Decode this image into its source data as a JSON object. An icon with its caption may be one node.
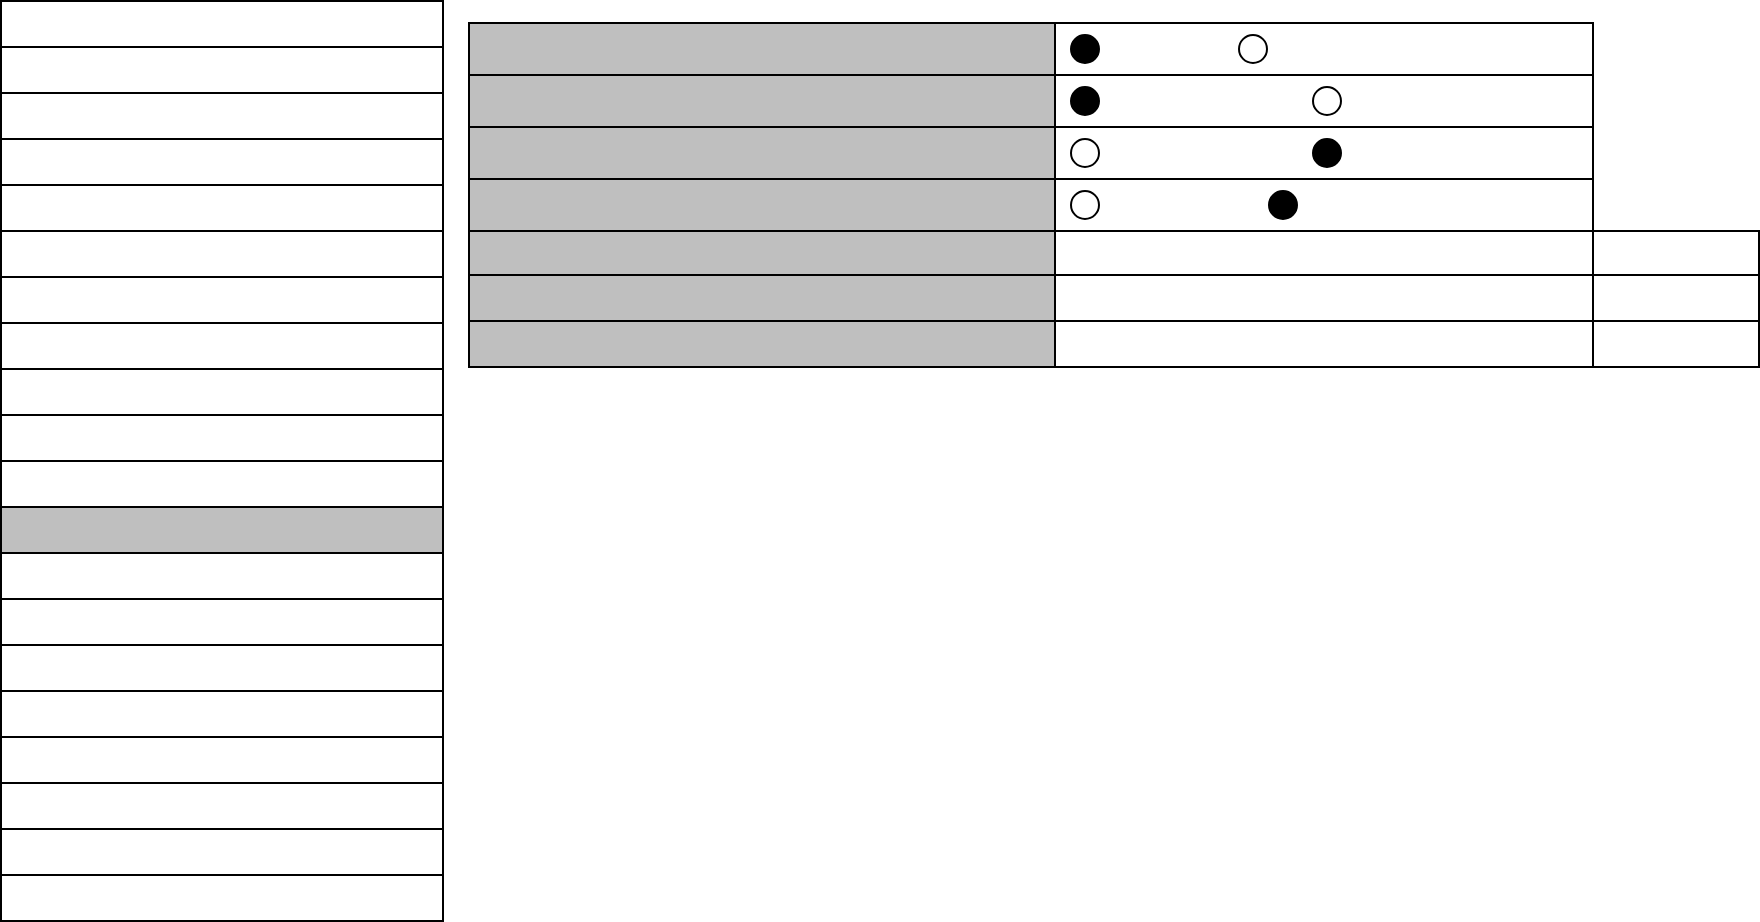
{
  "diagram": {
    "nodes": [
      {
        "text": [],
        "shape": "box"
      },
      {
        "text": [],
        "shape": "box"
      },
      {
        "text": [],
        "shape": "box"
      },
      {
        "text": [],
        "shape": "box"
      },
      {
        "text": [],
        "shape": "box"
      },
      {
        "text": [],
        "shape": "box"
      },
      {
        "text": [],
        "shape": "box"
      },
      {
        "text": [],
        "shape": "box"
      },
      {
        "text": [],
        "shape": "box"
      },
      {
        "text": [],
        "shape": "box"
      },
      {
        "text": [],
        "shape": "box"
      },
      {
        "text": [],
        "shape": "bar"
      },
      {
        "text": [],
        "shape": "box"
      },
      {
        "text": [],
        "shape": "box"
      },
      {
        "text": [],
        "shape": "box"
      },
      {
        "text": [],
        "shape": "box"
      },
      {
        "text": [],
        "shape": "box"
      },
      {
        "text": [],
        "shape": "box"
      },
      {
        "text": [],
        "shape": "box"
      },
      {
        "text": [],
        "shape": "box"
      },
      {
        "text": [],
        "shape": "bar"
      },
      {
        "text": [],
        "shape": "box"
      },
      {
        "text": [],
        "shape": "bar"
      },
      {
        "text": [],
        "shape": "box"
      },
      {
        "text": [],
        "shape": "bar"
      },
      {
        "text": [],
        "shape": "box"
      },
      {
        "text": [],
        "shape": "bar"
      },
      {
        "text": [],
        "shape": "box"
      },
      {
        "text": [],
        "shape": "bar"
      },
      {
        "text": [],
        "shape": "box"
      },
      {
        "text": [],
        "shape": "box"
      },
      {
        "text": [],
        "shape": "bar"
      },
      {
        "text": [],
        "shape": "box"
      },
      {
        "text": [],
        "shape": "box"
      },
      {
        "text": [],
        "shape": "bar"
      },
      {
        "text": [],
        "shape": "box"
      },
      {
        "text": [],
        "shape": "box"
      },
      {
        "text": [],
        "shape": "dot",
        "in": 21
      },
      {
        "text": [],
        "shape": "circle",
        "in": 21
      },
      {
        "text": [],
        "shape": "dot",
        "in": 23
      },
      {
        "text": [],
        "shape": "circle",
        "in": 23
      },
      {
        "text": [],
        "shape": "circle",
        "in": 25
      },
      {
        "text": [],
        "shape": "dot",
        "in": 25
      },
      {
        "text": [],
        "shape": "circle",
        "in": 27
      },
      {
        "text": [],
        "shape": "dot",
        "in": 27
      }
    ]
  }
}
